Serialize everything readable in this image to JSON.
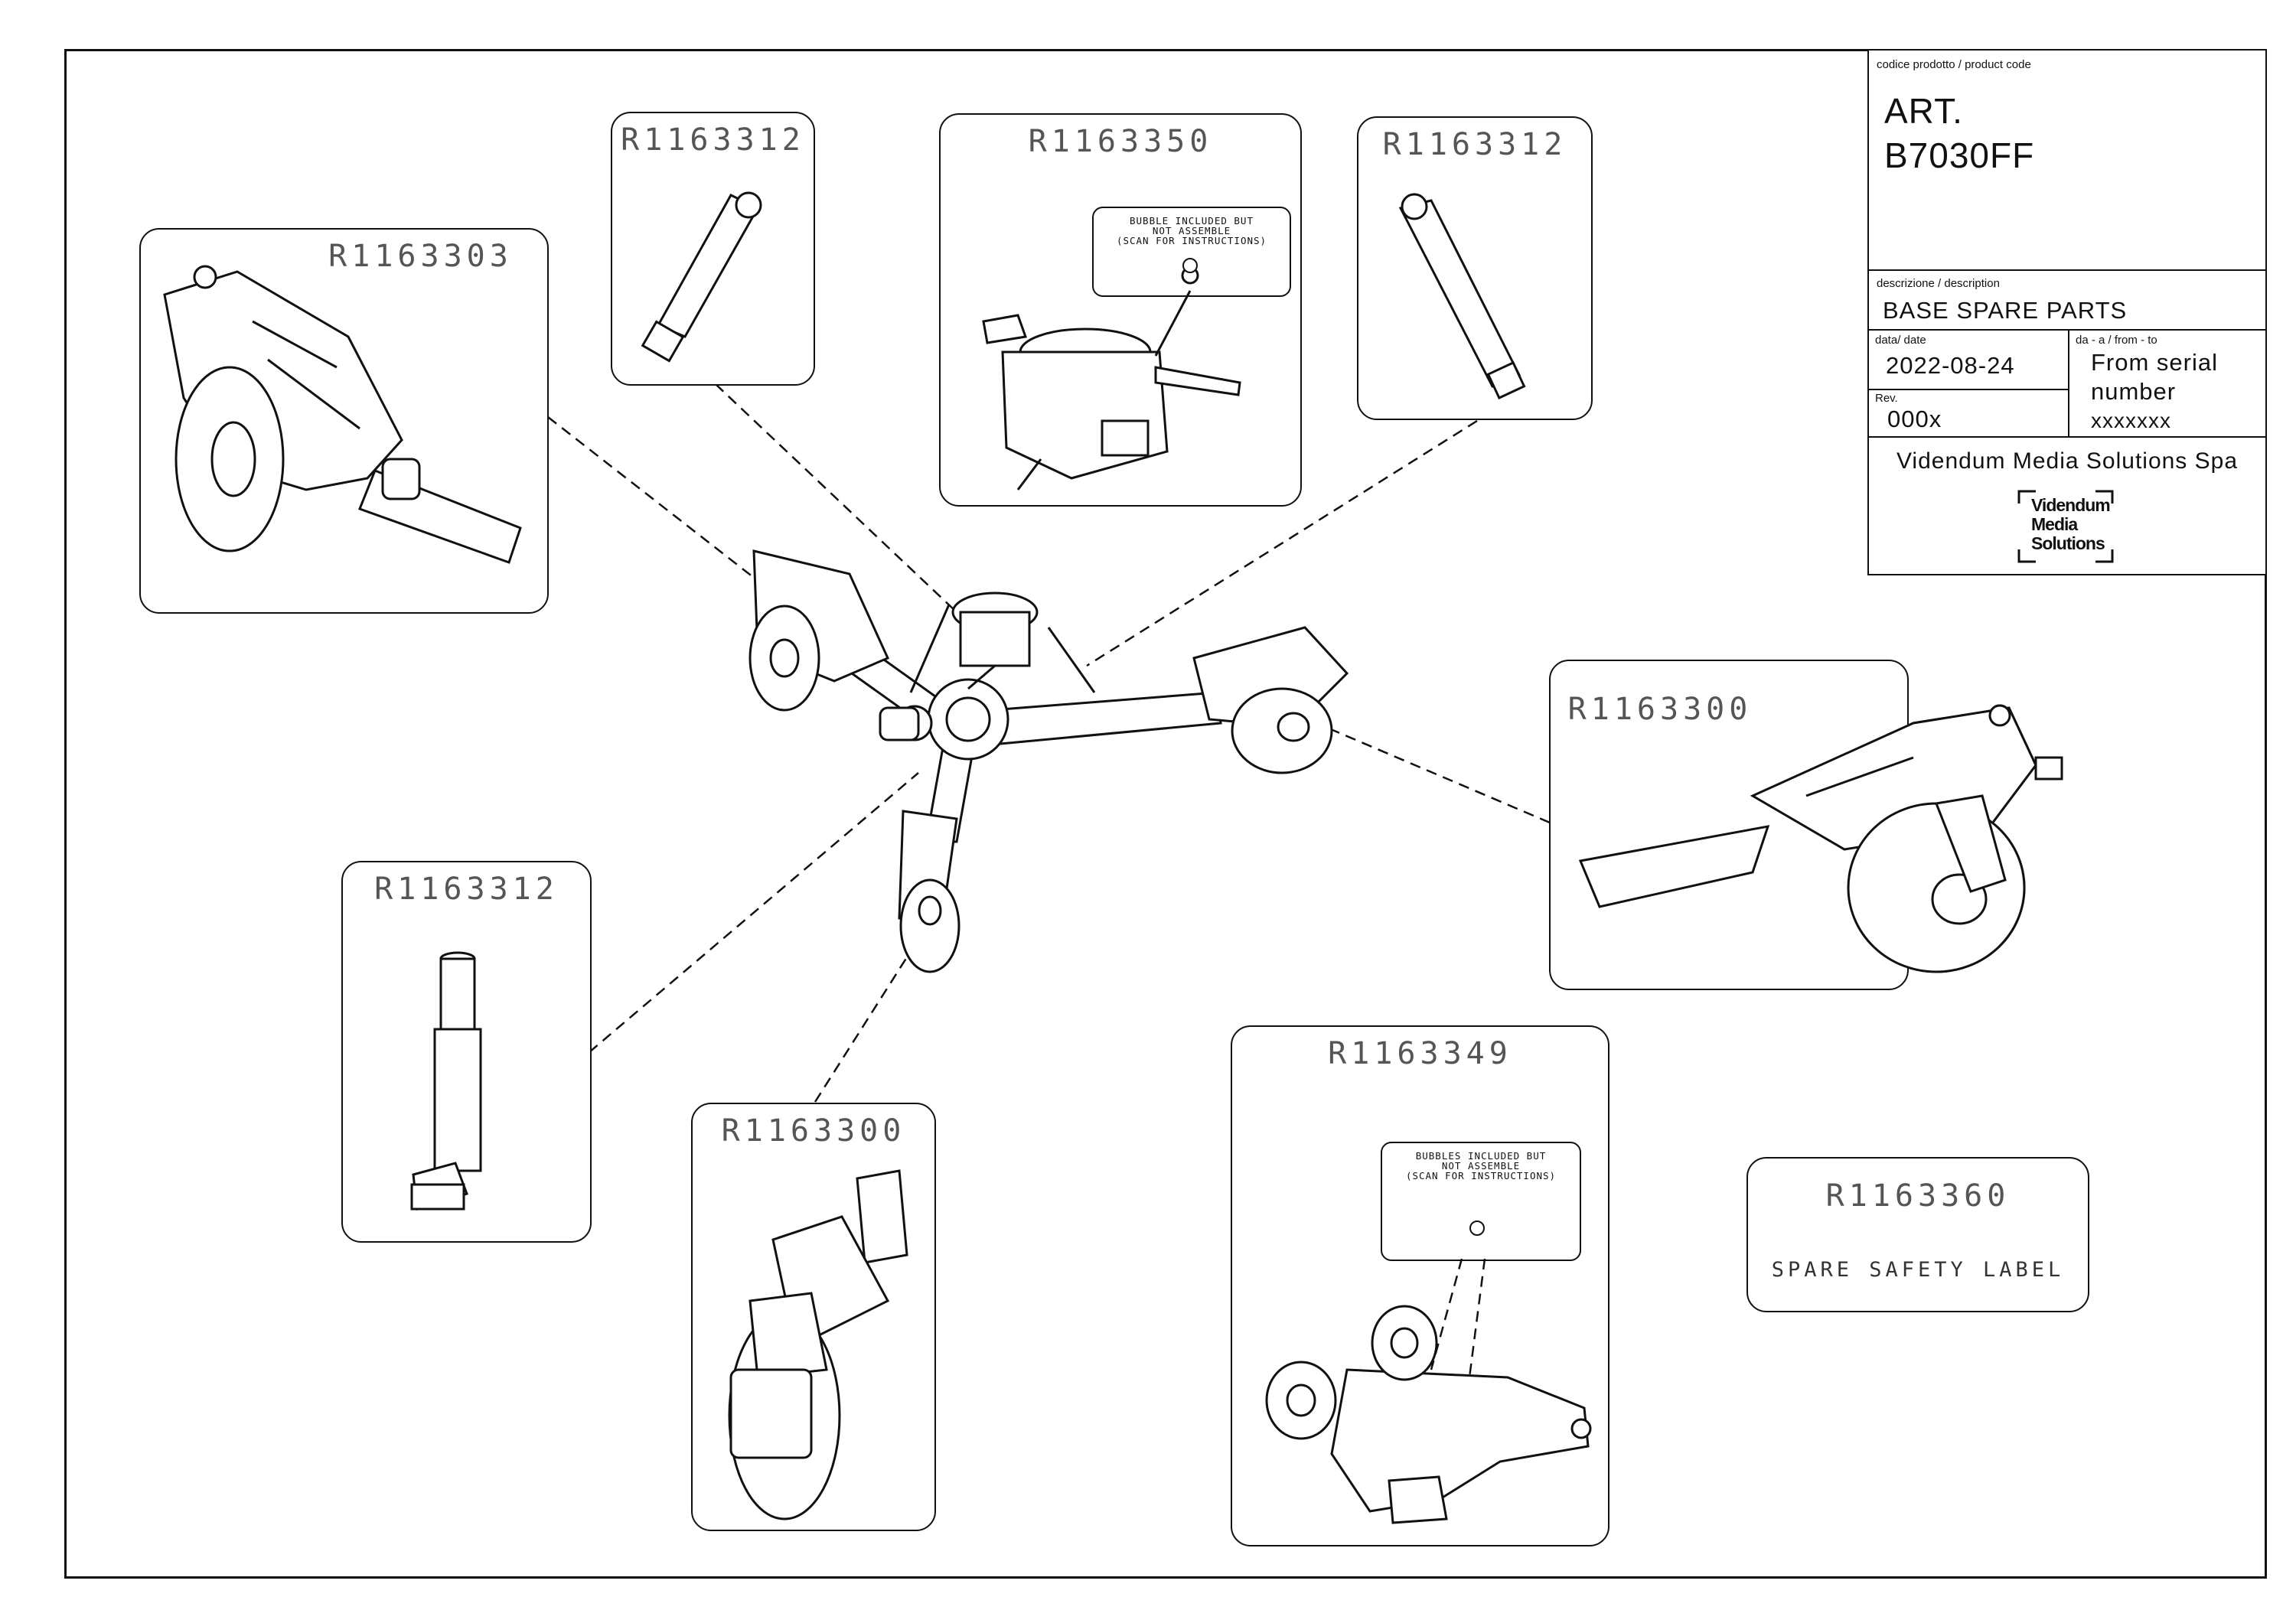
{
  "callouts": {
    "c303": {
      "code": "R1163303"
    },
    "c312_top": {
      "code": "R1163312"
    },
    "c350": {
      "code": "R1163350",
      "note": [
        "BUBBLE INCLUDED BUT",
        "NOT ASSEMBLE",
        "(SCAN FOR INSTRUCTIONS)"
      ]
    },
    "c312_right": {
      "code": "R1163312"
    },
    "c300_right": {
      "code": "R1163300"
    },
    "c312_left": {
      "code": "R1163312"
    },
    "c300_bottom": {
      "code": "R1163300"
    },
    "c349": {
      "code": "R1163349",
      "note": [
        "BUBBLES INCLUDED BUT",
        "NOT ASSEMBLE",
        "(SCAN FOR INSTRUCTIONS)"
      ]
    },
    "c360": {
      "code": "R1163360",
      "text": "SPARE SAFETY LABEL"
    }
  },
  "title_block": {
    "product_code_label": "codice prodotto / product code",
    "product_code_line1": "ART.",
    "product_code_line2": "B7030FF",
    "description_label": "descrizione / description",
    "description": "BASE SPARE PARTS",
    "date_label": "data/ date",
    "date": "2022-08-24",
    "range_label": "da - a / from - to",
    "range_line1": "From serial",
    "range_line2": "number",
    "range_line3": "xxxxxxx",
    "rev_label": "Rev.",
    "rev": "000x",
    "company": "Videndum Media Solutions Spa",
    "logo_line1": "Videndum",
    "logo_line2": "Media",
    "logo_line3": "Solutions"
  }
}
